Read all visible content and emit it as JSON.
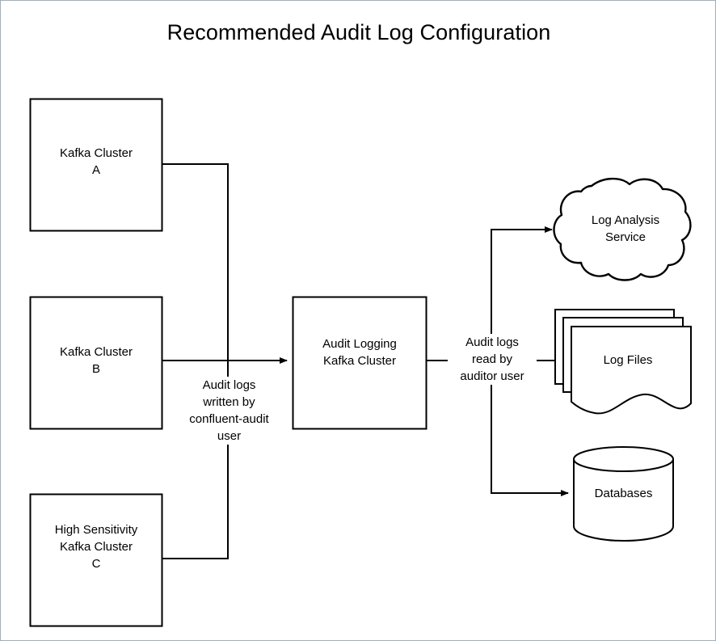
{
  "diagram": {
    "title": "Recommended Audit Log Configuration",
    "border_color": "#9fb0bd",
    "stroke_color": "#000000",
    "fill_color": "#ffffff",
    "nodes": [
      {
        "id": "cluster-a",
        "label": "Kafka Cluster\nA",
        "shape": "rectangle"
      },
      {
        "id": "cluster-b",
        "label": "Kafka Cluster\nB",
        "shape": "rectangle"
      },
      {
        "id": "cluster-c",
        "label": "High Sensitivity\nKafka Cluster\nC",
        "shape": "rectangle"
      },
      {
        "id": "audit-logging",
        "label": "Audit Logging\nKafka Cluster",
        "shape": "rectangle"
      },
      {
        "id": "log-analysis",
        "label": "Log Analysis\nService",
        "shape": "cloud"
      },
      {
        "id": "log-files",
        "label": "Log Files",
        "shape": "stacked-documents"
      },
      {
        "id": "databases",
        "label": "Databases",
        "shape": "cylinder"
      }
    ],
    "edges": [
      {
        "id": "write-edge",
        "label": "Audit logs\nwritten by\nconfluent-audit\nuser",
        "from": "cluster-a, cluster-b, cluster-c",
        "to": "audit-logging"
      },
      {
        "id": "read-edge",
        "label": "Audit logs\nread by\nauditor user",
        "from": "audit-logging",
        "to": "log-analysis, log-files, databases"
      }
    ]
  }
}
